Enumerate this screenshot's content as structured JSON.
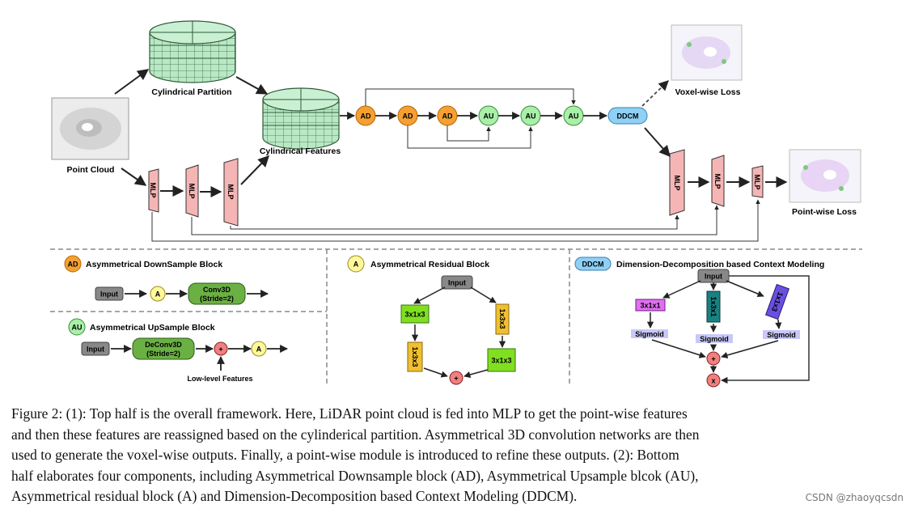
{
  "colors": {
    "ad": "#f5a033",
    "au": "#a8f0a8",
    "a": "#fff89a",
    "ddcm": "#8fd0f5",
    "mlp": "#f6b5b5",
    "cylinder": "#b8e8c4",
    "conv": "#6bb043",
    "green_block": "#80e020",
    "yellow_block": "#f0c030",
    "plus": "#f08080",
    "sigmoid": "#c8c8f8",
    "gray_block": "#888888"
  },
  "top": {
    "point_cloud_label": "Point Cloud",
    "cyl_partition_label": "Cylindrical Partition",
    "cyl_features_label": "Cylindrical Features",
    "voxel_loss_label": "Voxel-wise Loss",
    "point_loss_label": "Point-wise Loss",
    "ad": "AD",
    "au": "AU",
    "ddcm": "DDCM",
    "mlp": "MLP"
  },
  "legend_ad": {
    "badge": "AD",
    "title": "Asymmetrical DownSample Block",
    "input": "Input",
    "a": "A",
    "conv_line1": "Conv3D",
    "conv_line2": "(Stride=2)"
  },
  "legend_au": {
    "badge": "AU",
    "title": "Asymmetrical UpSample Block",
    "input": "Input",
    "deconv_line1": "DeConv3D",
    "deconv_line2": "(Stride=2)",
    "plus": "+",
    "a": "A",
    "low_level": "Low-level Features"
  },
  "legend_a": {
    "badge": "A",
    "title": "Asymmetrical Residual Block",
    "input": "Input",
    "k311": "3x1x3",
    "k133": "1x3x3",
    "plus": "+"
  },
  "legend_ddcm": {
    "badge": "DDCM",
    "title": "Dimension-Decomposition based Context Modeling",
    "input": "Input",
    "k311": "3x1x1",
    "k131": "1x3x1",
    "k113": "1x1x3",
    "sigmoid": "Sigmoid",
    "plus": "+",
    "times": "x"
  },
  "caption": {
    "line1": "Figure 2: (1): Top half is the overall framework. Here, LiDAR point cloud is fed into MLP to get the point-wise features",
    "line2": "and then these features are reassigned based on the cylinderical partition. Asymmetrical 3D convolution networks are then",
    "line3": "used to generate the voxel-wise outputs. Finally, a point-wise module is introduced to refine these outputs. (2): Bottom",
    "line4": "half elaborates four components, including Asymmetrical Downsample block (AD), Asymmetrical Upsample blcok (AU),",
    "line5": "Asymmetrical residual block (A) and Dimension-Decomposition based Context Modeling (DDCM)."
  },
  "watermark": "CSDN @zhaoyqcsdn"
}
